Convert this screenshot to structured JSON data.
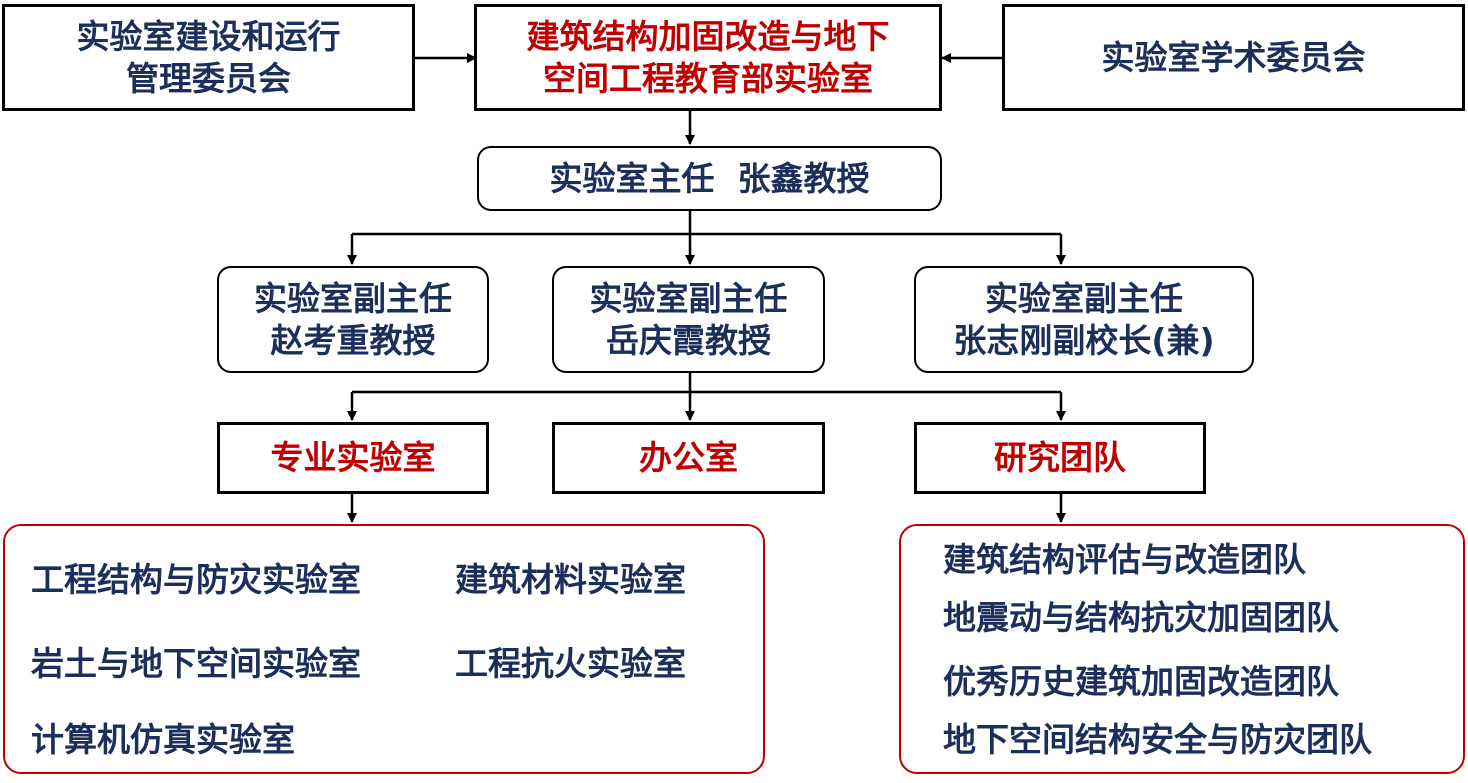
{
  "top": {
    "left_committee": [
      "实验室建设和运行",
      "管理委员会"
    ],
    "main_lab": [
      "建筑结构加固改造与地下",
      "空间工程教育部实验室"
    ],
    "academic_committee": "实验室学术委员会"
  },
  "director": "实验室主任  张鑫教授",
  "deputies": [
    {
      "title": "实验室副主任",
      "name": "赵考重教授"
    },
    {
      "title": "实验室副主任",
      "name": "岳庆霞教授"
    },
    {
      "title": "实验室副主任",
      "name": "张志刚副校长(兼)"
    }
  ],
  "units": [
    "专业实验室",
    "办公室",
    "研究团队"
  ],
  "labs": [
    "工程结构与防灾实验室",
    "建筑材料实验室",
    "岩土与地下空间实验室",
    "工程抗火实验室",
    "计算机仿真实验室"
  ],
  "teams": [
    "建筑结构评估与改造团队",
    "地震动与结构抗灾加固团队",
    "优秀历史建筑加固改造团队",
    "地下空间结构安全与防灾团队"
  ],
  "colors": {
    "text": "#1b2f5a",
    "accent": "#c00000",
    "line": "#000000"
  }
}
